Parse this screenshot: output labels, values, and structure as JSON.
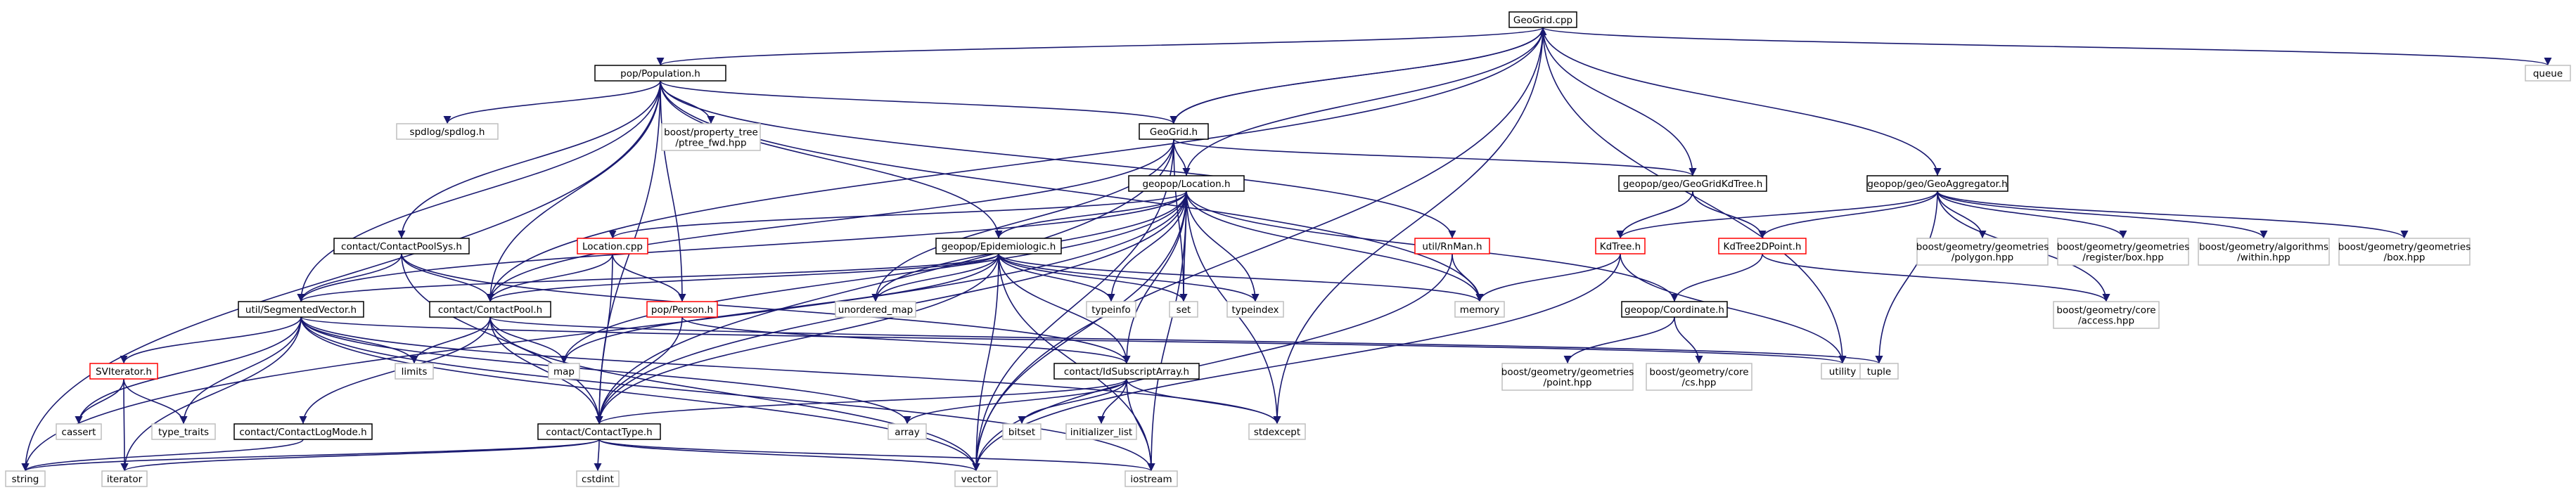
{
  "diagram": {
    "title": "",
    "colors": {
      "edge": "#191970",
      "root_fill": "#bfbfbf",
      "normal_border": "#000000",
      "unresolved_border": "#bfbfbf",
      "red_border": "#ff0000",
      "text": "#000000"
    },
    "nodes": [
      {
        "id": "geogrid_cpp",
        "label": "GeoGrid.cpp",
        "style": "root"
      },
      {
        "id": "population_h",
        "label": "pop/Population.h",
        "style": "normal"
      },
      {
        "id": "geogrid_h",
        "label": "GeoGrid.h",
        "style": "normal"
      },
      {
        "id": "queue",
        "label": "queue",
        "style": "external"
      },
      {
        "id": "spdlog",
        "label": "spdlog/spdlog.h",
        "style": "external"
      },
      {
        "id": "ptree_fwd",
        "label": "boost/property_tree\n/ptree_fwd.hpp",
        "style": "external"
      },
      {
        "id": "location_h",
        "label": "geopop/Location.h",
        "style": "normal"
      },
      {
        "id": "geogridkdtree_h",
        "label": "geopop/geo/GeoGridKdTree.h",
        "style": "normal"
      },
      {
        "id": "geoaggregator_h",
        "label": "geopop/geo/GeoAggregator.h",
        "style": "normal"
      },
      {
        "id": "contactpoolsys_h",
        "label": "contact/ContactPoolSys.h",
        "style": "normal"
      },
      {
        "id": "location_cpp",
        "label": "Location.cpp",
        "style": "red"
      },
      {
        "id": "epidemiologic_h",
        "label": "geopop/Epidemiologic.h",
        "style": "normal"
      },
      {
        "id": "rnman_h",
        "label": "util/RnMan.h",
        "style": "red"
      },
      {
        "id": "kdtree_h",
        "label": "KdTree.h",
        "style": "red"
      },
      {
        "id": "kdtree2dpoint_h",
        "label": "KdTree2DPoint.h",
        "style": "red"
      },
      {
        "id": "bg_polygon",
        "label": "boost/geometry/geometries\n/polygon.hpp",
        "style": "external"
      },
      {
        "id": "bg_register_box",
        "label": "boost/geometry/geometries\n/register/box.hpp",
        "style": "external"
      },
      {
        "id": "bg_within",
        "label": "boost/geometry/algorithms\n/within.hpp",
        "style": "external"
      },
      {
        "id": "bg_box",
        "label": "boost/geometry/geometries\n/box.hpp",
        "style": "external"
      },
      {
        "id": "segmentedvector_h",
        "label": "util/SegmentedVector.h",
        "style": "normal"
      },
      {
        "id": "contactpool_h",
        "label": "contact/ContactPool.h",
        "style": "normal"
      },
      {
        "id": "person_h",
        "label": "pop/Person.h",
        "style": "red"
      },
      {
        "id": "unordered_map",
        "label": "unordered_map",
        "style": "external"
      },
      {
        "id": "typeinfo",
        "label": "typeinfo",
        "style": "external"
      },
      {
        "id": "set",
        "label": "set",
        "style": "external"
      },
      {
        "id": "typeindex",
        "label": "typeindex",
        "style": "external"
      },
      {
        "id": "memory",
        "label": "memory",
        "style": "external"
      },
      {
        "id": "coordinate_h",
        "label": "geopop/Coordinate.h",
        "style": "normal"
      },
      {
        "id": "bg_access",
        "label": "boost/geometry/core\n/access.hpp",
        "style": "external"
      },
      {
        "id": "svlterator_h",
        "label": "SVIterator.h",
        "style": "red"
      },
      {
        "id": "limits",
        "label": "limits",
        "style": "external"
      },
      {
        "id": "map",
        "label": "map",
        "style": "external"
      },
      {
        "id": "idsubscriptarray_h",
        "label": "contact/IdSubscriptArray.h",
        "style": "normal"
      },
      {
        "id": "utility",
        "label": "utility",
        "style": "external"
      },
      {
        "id": "tuple",
        "label": "tuple",
        "style": "external"
      },
      {
        "id": "bg_point",
        "label": "boost/geometry/geometries\n/point.hpp",
        "style": "external"
      },
      {
        "id": "bg_cs",
        "label": "boost/geometry/core\n/cs.hpp",
        "style": "external"
      },
      {
        "id": "cassert",
        "label": "cassert",
        "style": "external"
      },
      {
        "id": "type_traits",
        "label": "type_traits",
        "style": "external"
      },
      {
        "id": "contactlogmode_h",
        "label": "contact/ContactLogMode.h",
        "style": "normal"
      },
      {
        "id": "contacttype_h",
        "label": "contact/ContactType.h",
        "style": "normal"
      },
      {
        "id": "array",
        "label": "array",
        "style": "external"
      },
      {
        "id": "bitset",
        "label": "bitset",
        "style": "external"
      },
      {
        "id": "initializer_list",
        "label": "initializer_list",
        "style": "external"
      },
      {
        "id": "stdexcept",
        "label": "stdexcept",
        "style": "external"
      },
      {
        "id": "string",
        "label": "string",
        "style": "external"
      },
      {
        "id": "iterator",
        "label": "iterator",
        "style": "external"
      },
      {
        "id": "cstdint",
        "label": "cstdint",
        "style": "external"
      },
      {
        "id": "vector",
        "label": "vector",
        "style": "external"
      },
      {
        "id": "iostream",
        "label": "iostream",
        "style": "external"
      }
    ],
    "edges": [
      [
        "geogrid_cpp",
        "population_h"
      ],
      [
        "geogrid_cpp",
        "geogrid_h"
      ],
      [
        "geogrid_cpp",
        "queue"
      ],
      [
        "geogrid_cpp",
        "location_h"
      ],
      [
        "geogrid_cpp",
        "geogridkdtree_h"
      ],
      [
        "geogrid_cpp",
        "geoaggregator_h"
      ],
      [
        "geogrid_cpp",
        "contactpool_h"
      ],
      [
        "geogrid_cpp",
        "utility"
      ],
      [
        "geogrid_cpp",
        "stdexcept"
      ],
      [
        "geogrid_cpp",
        "vector"
      ],
      [
        "population_h",
        "geogrid_h"
      ],
      [
        "population_h",
        "spdlog"
      ],
      [
        "population_h",
        "ptree_fwd"
      ],
      [
        "population_h",
        "contactpoolsys_h"
      ],
      [
        "population_h",
        "epidemiologic_h"
      ],
      [
        "population_h",
        "rnman_h"
      ],
      [
        "population_h",
        "segmentedvector_h"
      ],
      [
        "population_h",
        "contactpool_h"
      ],
      [
        "population_h",
        "person_h"
      ],
      [
        "population_h",
        "memory"
      ],
      [
        "population_h",
        "contacttype_h"
      ],
      [
        "population_h",
        "string"
      ],
      [
        "geogrid_h",
        "location_h"
      ],
      [
        "geogrid_h",
        "geogridkdtree_h"
      ],
      [
        "geogrid_h",
        "contactpool_h"
      ],
      [
        "geogrid_h",
        "unordered_map"
      ],
      [
        "geogrid_h",
        "set"
      ],
      [
        "geogrid_h",
        "vector"
      ],
      [
        "geogrid_h",
        "contacttype_h"
      ],
      [
        "geogrid_h",
        "geogrid_cpp"
      ],
      [
        "location_h",
        "location_cpp"
      ],
      [
        "location_h",
        "epidemiologic_h"
      ],
      [
        "location_h",
        "segmentedvector_h"
      ],
      [
        "location_h",
        "contacttype_h"
      ],
      [
        "location_h",
        "coordinate_h"
      ],
      [
        "location_h",
        "unordered_map"
      ],
      [
        "location_h",
        "typeinfo"
      ],
      [
        "location_h",
        "set"
      ],
      [
        "location_h",
        "typeindex"
      ],
      [
        "location_h",
        "memory"
      ],
      [
        "location_h",
        "iostream"
      ],
      [
        "location_h",
        "string"
      ],
      [
        "location_h",
        "map"
      ],
      [
        "location_h",
        "idsubscriptarray_h"
      ],
      [
        "location_h",
        "vector"
      ],
      [
        "location_h",
        "stdexcept"
      ],
      [
        "geogridkdtree_h",
        "kdtree_h"
      ],
      [
        "geogridkdtree_h",
        "kdtree2dpoint_h"
      ],
      [
        "geoaggregator_h",
        "kdtree_h"
      ],
      [
        "geoaggregator_h",
        "kdtree2dpoint_h"
      ],
      [
        "geoaggregator_h",
        "bg_polygon"
      ],
      [
        "geoaggregator_h",
        "bg_register_box"
      ],
      [
        "geoaggregator_h",
        "bg_within"
      ],
      [
        "geoaggregator_h",
        "bg_box"
      ],
      [
        "geoaggregator_h",
        "bg_access"
      ],
      [
        "geoaggregator_h",
        "tuple"
      ],
      [
        "contactpoolsys_h",
        "segmentedvector_h"
      ],
      [
        "contactpoolsys_h",
        "contactpool_h"
      ],
      [
        "contactpoolsys_h",
        "idsubscriptarray_h"
      ],
      [
        "contactpoolsys_h",
        "contacttype_h"
      ],
      [
        "location_cpp",
        "person_h"
      ],
      [
        "location_cpp",
        "contactpool_h"
      ],
      [
        "location_cpp",
        "contacttype_h"
      ],
      [
        "epidemiologic_h",
        "segmentedvector_h"
      ],
      [
        "epidemiologic_h",
        "contactpool_h"
      ],
      [
        "epidemiologic_h",
        "memory"
      ],
      [
        "epidemiologic_h",
        "typeinfo"
      ],
      [
        "epidemiologic_h",
        "set"
      ],
      [
        "epidemiologic_h",
        "typeindex"
      ],
      [
        "epidemiologic_h",
        "unordered_map"
      ],
      [
        "epidemiologic_h",
        "map"
      ],
      [
        "epidemiologic_h",
        "idsubscriptarray_h"
      ],
      [
        "epidemiologic_h",
        "contacttype_h"
      ],
      [
        "epidemiologic_h",
        "vector"
      ],
      [
        "epidemiologic_h",
        "iostream"
      ],
      [
        "rnman_h",
        "memory"
      ],
      [
        "rnman_h",
        "vector"
      ],
      [
        "kdtree_h",
        "memory"
      ],
      [
        "kdtree_h",
        "utility"
      ],
      [
        "kdtree_h",
        "vector"
      ],
      [
        "kdtree2dpoint_h",
        "coordinate_h"
      ],
      [
        "kdtree2dpoint_h",
        "bg_access"
      ],
      [
        "segmentedvector_h",
        "svlterator_h"
      ],
      [
        "segmentedvector_h",
        "limits"
      ],
      [
        "segmentedvector_h",
        "cassert"
      ],
      [
        "segmentedvector_h",
        "type_traits"
      ],
      [
        "segmentedvector_h",
        "array"
      ],
      [
        "segmentedvector_h",
        "stdexcept"
      ],
      [
        "segmentedvector_h",
        "vector"
      ],
      [
        "segmentedvector_h",
        "iterator"
      ],
      [
        "segmentedvector_h",
        "utility"
      ],
      [
        "segmentedvector_h",
        "iostream"
      ],
      [
        "contactpool_h",
        "contactlogmode_h"
      ],
      [
        "contactpool_h",
        "contacttype_h"
      ],
      [
        "contactpool_h",
        "limits"
      ],
      [
        "contactpool_h",
        "vector"
      ],
      [
        "contactpool_h",
        "map"
      ],
      [
        "contactpool_h",
        "tuple"
      ],
      [
        "person_h",
        "contacttype_h"
      ],
      [
        "person_h",
        "idsubscriptarray_h"
      ],
      [
        "coordinate_h",
        "bg_point"
      ],
      [
        "coordinate_h",
        "bg_cs"
      ],
      [
        "svlterator_h",
        "cassert"
      ],
      [
        "svlterator_h",
        "iterator"
      ],
      [
        "svlterator_h",
        "type_traits"
      ],
      [
        "idsubscriptarray_h",
        "contacttype_h"
      ],
      [
        "idsubscriptarray_h",
        "array"
      ],
      [
        "idsubscriptarray_h",
        "bitset"
      ],
      [
        "idsubscriptarray_h",
        "initializer_list"
      ],
      [
        "idsubscriptarray_h",
        "stdexcept"
      ],
      [
        "idsubscriptarray_h",
        "iostream"
      ],
      [
        "contactlogmode_h",
        "string"
      ],
      [
        "contacttype_h",
        "string"
      ],
      [
        "contacttype_h",
        "cstdint"
      ],
      [
        "contacttype_h",
        "vector"
      ],
      [
        "contacttype_h",
        "iostream"
      ],
      [
        "contacttype_h",
        "iterator"
      ]
    ]
  }
}
